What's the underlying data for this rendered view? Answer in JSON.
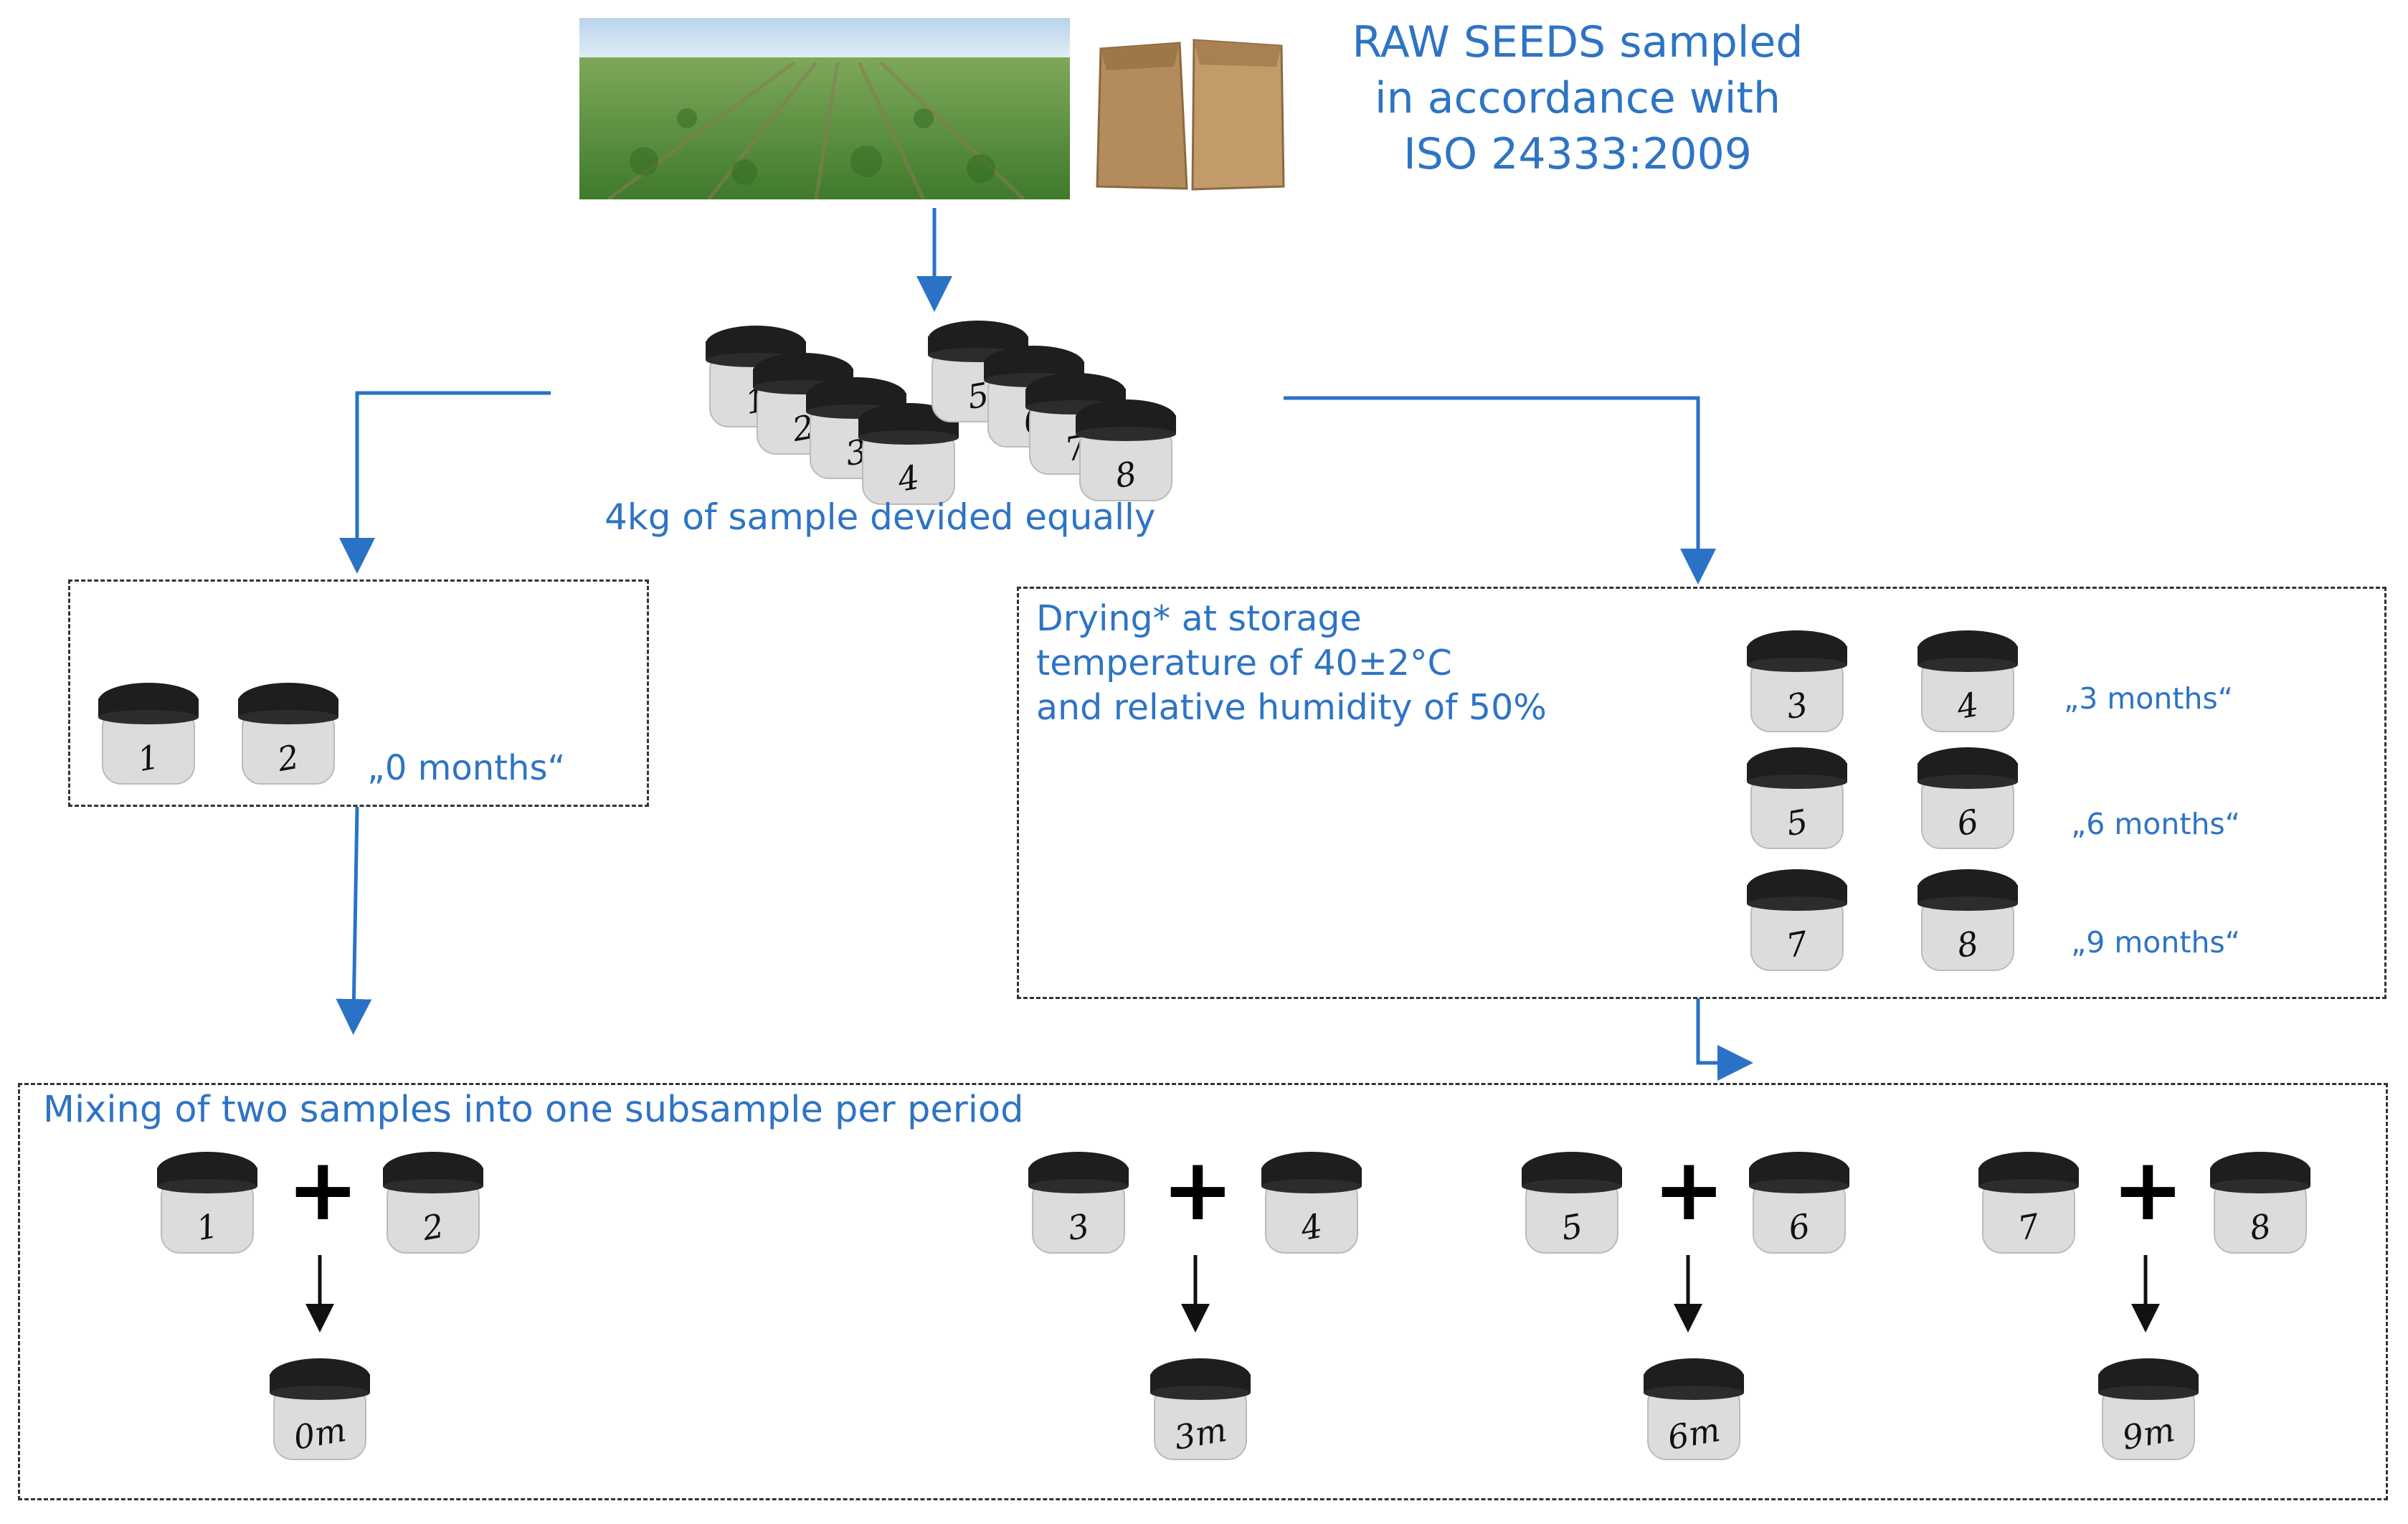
{
  "title": {
    "line1": "RAW SEEDS sampled",
    "line2": "in accordance with",
    "line3": "ISO 24333:2009"
  },
  "split_caption": "4kg of sample devided equally",
  "left_box": {
    "jars": [
      "1",
      "2"
    ],
    "period": "„0 months“"
  },
  "right_box": {
    "description": {
      "line1": "Drying* at storage",
      "line2": "temperature of 40±2°C",
      "line3": "and relative humidity of 50%"
    },
    "rows": [
      {
        "jars": [
          "3",
          "4"
        ],
        "period": "„3 months“"
      },
      {
        "jars": [
          "5",
          "6"
        ],
        "period": "„6 months“"
      },
      {
        "jars": [
          "7",
          "8"
        ],
        "period": "„9 months“"
      }
    ]
  },
  "initial_jars": [
    "1",
    "2",
    "3",
    "4",
    "5",
    "6",
    "7",
    "8"
  ],
  "mixing": {
    "title": "Mixing of two samples into one subsample per period",
    "groups": [
      {
        "a": "1",
        "b": "2",
        "plus": "+",
        "result": "0m"
      },
      {
        "a": "3",
        "b": "4",
        "plus": "+",
        "result": "3m"
      },
      {
        "a": "5",
        "b": "6",
        "plus": "+",
        "result": "6m"
      },
      {
        "a": "7",
        "b": "8",
        "plus": "+",
        "result": "9m"
      }
    ]
  },
  "colors": {
    "text_blue": "#2e74c4",
    "arrow_blue": "#2a72c6",
    "jar_lid": "#1e1e1e",
    "jar_body": "#dcdcdc",
    "dashed_border": "#333333"
  },
  "icons": [
    "field-photo",
    "seed-bags-photo",
    "sample-jar-icon",
    "plus-icon",
    "arrow-down-icon"
  ]
}
